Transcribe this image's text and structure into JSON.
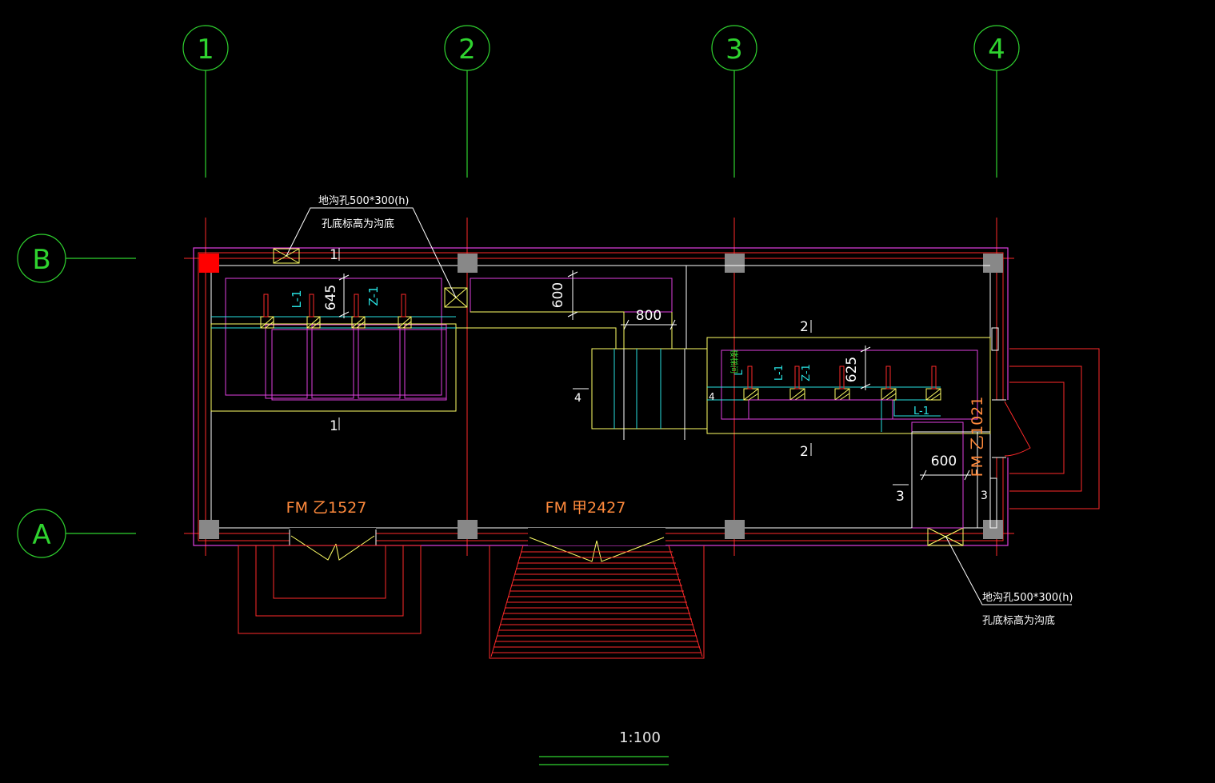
{
  "axes": {
    "columns": [
      "1",
      "2",
      "3",
      "4"
    ],
    "rows": [
      "B",
      "A"
    ]
  },
  "notes": {
    "wall_hole_top_line1": "地沟孔500*300(h)",
    "wall_hole_top_line2": "孔底标高为沟底",
    "wall_hole_bottom_line1": "地沟孔500*300(h)",
    "wall_hole_bottom_line2": "孔底标高为沟底"
  },
  "dims": {
    "d645": "645",
    "d600_top": "600",
    "d800": "800",
    "d625": "625",
    "d600_right": "600"
  },
  "section_marks": {
    "s1_top": "1",
    "s1_bottom": "1",
    "s2_top": "2",
    "s2_bottom": "2",
    "s3_left": "3",
    "s3_right": "3",
    "s4_left": "4",
    "s4_mid": "4"
  },
  "labels": {
    "l1_left": "L-1",
    "z1_left": "Z-1",
    "l_right_a": "L",
    "l1_right": "L-1",
    "z1_right": "Z-1",
    "l1_right_low": "L-1",
    "stair_label": "楼梯间"
  },
  "doors": {
    "fm_yi_1527": "FM 乙1527",
    "fm_jia_2427": "FM 甲2427",
    "fm_yi_1021": "FM 乙1021"
  },
  "scale": "1:100",
  "colors": {
    "axis": "#2fd32f",
    "wall": "#ff2a2a",
    "outline": "#e040e0",
    "text": "#ffffff",
    "door_text": "#ff8a3c",
    "equipment": "#ffff66",
    "pipe": "#28e0e0"
  }
}
